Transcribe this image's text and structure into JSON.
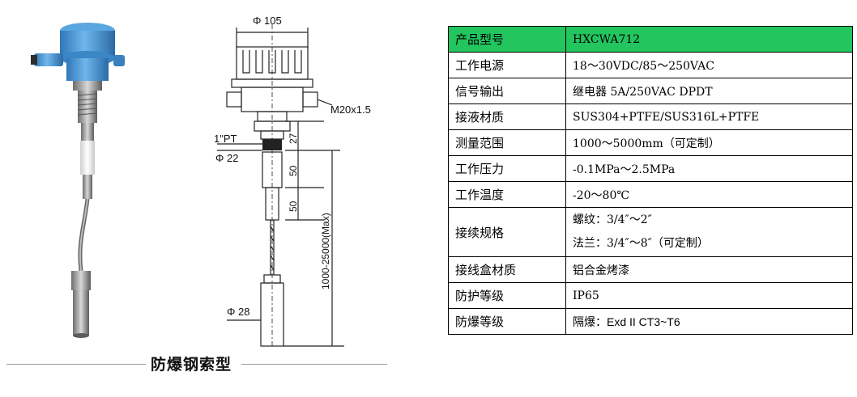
{
  "drawing": {
    "dims": {
      "top_width": "Φ 105",
      "thread": "M20x1.5",
      "pt": "1\"PT",
      "phi22": "Φ 22",
      "d27": "27",
      "d50a": "50",
      "d50b": "50",
      "length": "1000-25000(Max)",
      "phi28": "Φ 28"
    }
  },
  "caption": "防爆钢索型",
  "table": {
    "rows": [
      {
        "key": "产品型号",
        "value": "HXCWA712"
      },
      {
        "key": "工作电源",
        "value": "18～30VDC/85～250VAC"
      },
      {
        "key": "信号输出",
        "value": "继电器 5A/250VAC DPDT"
      },
      {
        "key": "接液材质",
        "value": "SUS304+PTFE/SUS316L+PTFE"
      },
      {
        "key": "测量范围",
        "value": "1000～5000mm（可定制）"
      },
      {
        "key": "工作压力",
        "value": "-0.1MPa～2.5MPa"
      },
      {
        "key": "工作温度",
        "value": "-20～80℃"
      },
      {
        "key": "接续规格",
        "value_line1": "螺纹：3/4″～2″",
        "value_line2": "法兰：3/4″～8″（可定制）"
      },
      {
        "key": "接线盒材质",
        "value": "铝合金烤漆"
      },
      {
        "key": "防护等级",
        "value": "IP65"
      },
      {
        "key": "防爆等级",
        "value_prefix": "隔爆：",
        "value_suffix": "Exd II CT3~T6"
      }
    ]
  },
  "colors": {
    "header_green": "#22c55e",
    "housing_blue": "#4a9ad8"
  }
}
